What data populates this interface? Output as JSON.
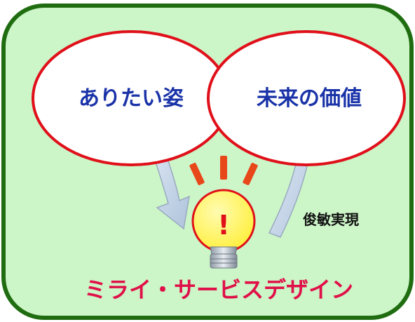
{
  "diagram": {
    "left_circle_label": "ありたい姿",
    "right_circle_label": "未来の価値",
    "bulb_symbol": "!",
    "arrow_label": "俊敏実現",
    "footer_title": "ミライ・サービスデザイン"
  },
  "colors": {
    "panel_fill": "#ccf5c8",
    "panel_border": "#1f6d10",
    "circle_border": "#e0101a",
    "circle_text": "#1a33a8",
    "bulb_fill": "#fff25a",
    "bulb_border": "#e0101a",
    "ray": "#e8471a",
    "footer_text": "#e01048",
    "arrow_fill": "#c6d8ec",
    "arrow_border": "#9aaac0"
  }
}
